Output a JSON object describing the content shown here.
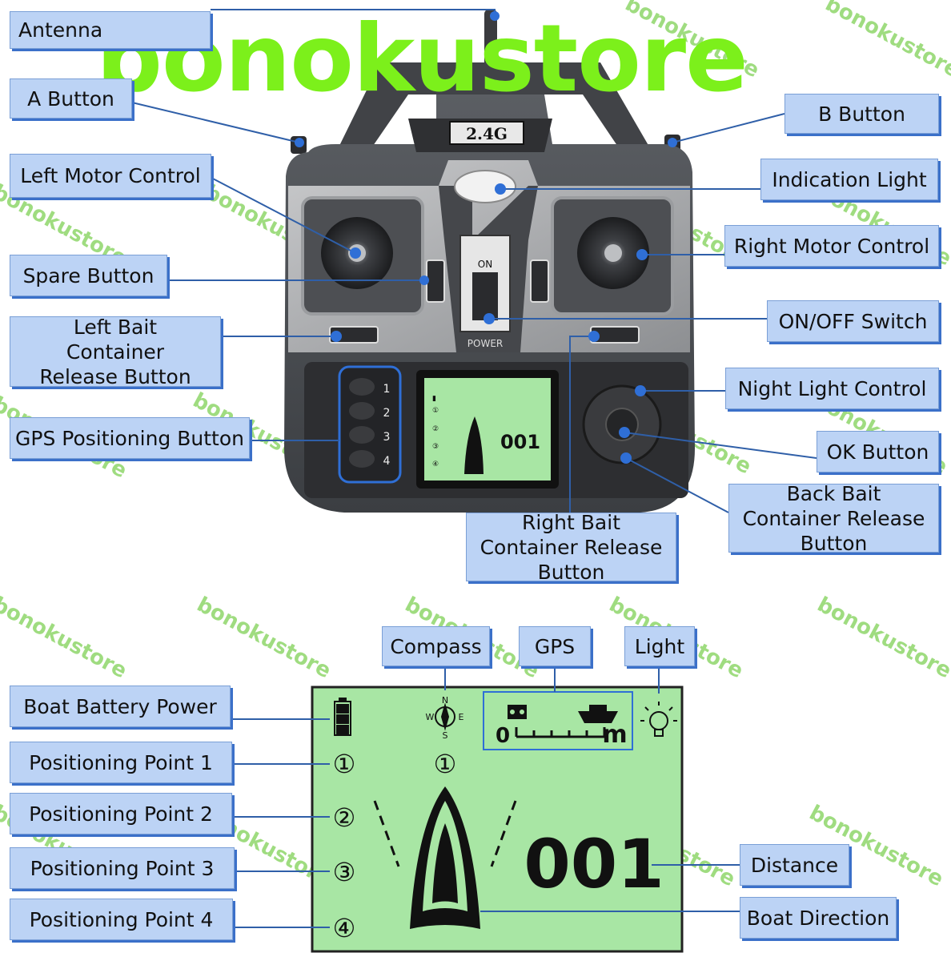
{
  "brand": "bonokustore",
  "watermark": "bonokustore",
  "remote": {
    "freq_label": "2.4G",
    "on_label": "ON",
    "power_label": "POWER",
    "pad_numbers": [
      "1",
      "2",
      "3",
      "4"
    ],
    "screen_points": [
      "①",
      "②",
      "③",
      "④"
    ],
    "screen_distance": "001"
  },
  "labels": {
    "antenna": "Antenna",
    "a_button": "A Button",
    "b_button": "B Button",
    "left_motor": "Left Motor Control",
    "indication_light": "Indication Light",
    "right_motor": "Right Motor Control",
    "spare_button": "Spare Button",
    "on_off": "ON/OFF Switch",
    "left_bait": "Left Bait Container Release Button",
    "night_light": "Night Light Control",
    "gps_positioning": "GPS Positioning Button",
    "ok_button": "OK Button",
    "back_bait": "Back Bait Container Release Button",
    "right_bait": "Right Bait Container Release Button"
  },
  "lcd_labels": {
    "compass": "Compass",
    "gps": "GPS",
    "light": "Light",
    "battery": "Boat Battery Power",
    "point1": "Positioning Point 1",
    "point2": "Positioning Point 2",
    "point3": "Positioning Point 3",
    "point4": "Positioning Point 4",
    "distance": "Distance",
    "direction": "Boat Direction"
  },
  "lcd": {
    "compass_n": "N",
    "compass_s": "S",
    "compass_w": "W",
    "compass_e": "E",
    "gps_zero": "0",
    "gps_unit": "m",
    "point_top": "①",
    "points": [
      "①",
      "②",
      "③",
      "④"
    ],
    "distance_value": "001"
  }
}
